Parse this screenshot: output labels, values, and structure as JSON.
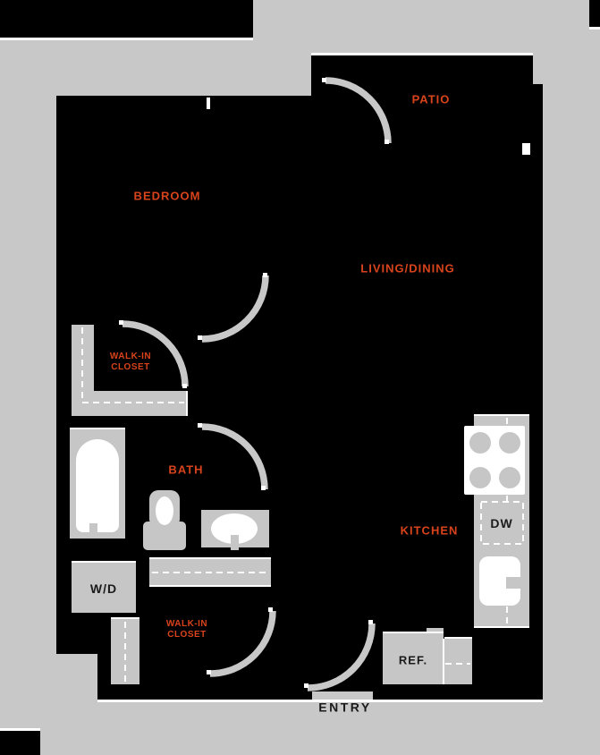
{
  "palette": {
    "background_gray": "#c8c8c8",
    "floor_black": "#000000",
    "fixture_gray": "#c6c6c6",
    "accent_orange": "#d8431b",
    "line_white": "#ffffff",
    "text_dark": "#1b1b1b"
  },
  "rooms": {
    "bedroom": {
      "label": "BEDROOM"
    },
    "living_dining": {
      "label": "LIVING/DINING"
    },
    "patio": {
      "label": "PATIO"
    },
    "bath": {
      "label": "BATH"
    },
    "kitchen": {
      "label": "KITCHEN"
    },
    "closet_bedroom": {
      "label": "WALK-IN\nCLOSET"
    },
    "closet_entry": {
      "label": "WALK-IN\nCLOSET"
    },
    "entry": {
      "label": "ENTRY"
    }
  },
  "appliances": {
    "washer_dryer": "W/D",
    "dishwasher": "DW",
    "refrigerator": "REF."
  }
}
